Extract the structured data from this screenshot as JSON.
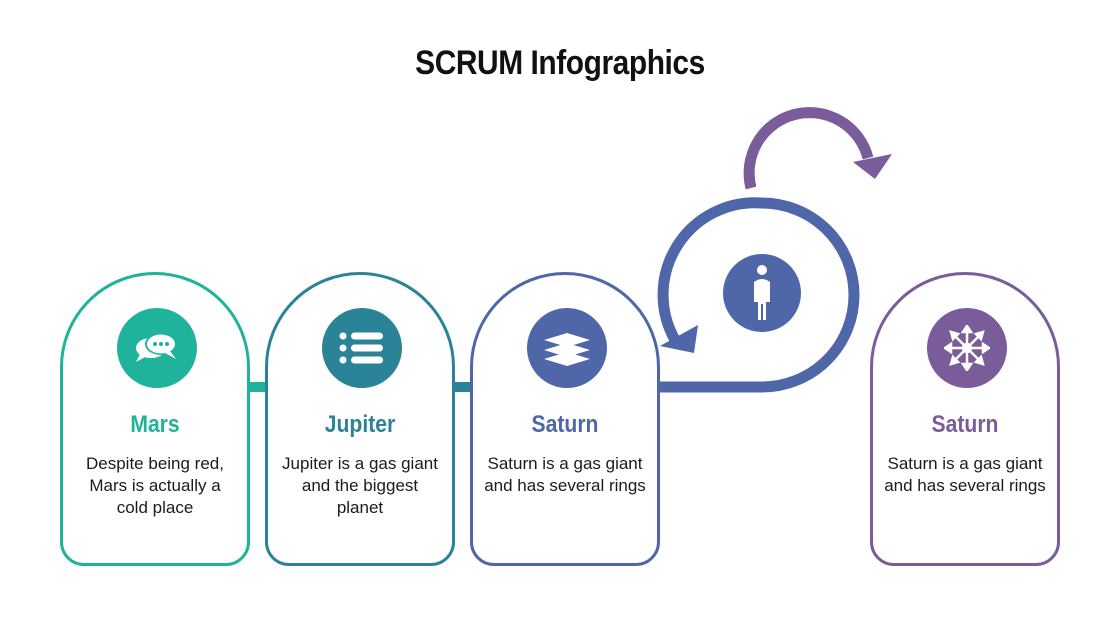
{
  "title": "SCRUM Infographics",
  "colors": {
    "mars": "#1eb39a",
    "jupiter": "#2b8397",
    "saturn": "#4f67a8",
    "saturn2": "#7a5c9a",
    "text": "#1b1b1b"
  },
  "cards": [
    {
      "title": "Mars",
      "description": "Despite being red, Mars is actually a cold place",
      "icon": "chat-bubbles-icon",
      "color": "#1eb39a"
    },
    {
      "title": "Jupiter",
      "description": "Jupiter is a gas giant and the biggest planet",
      "icon": "list-icon",
      "color": "#2b8397"
    },
    {
      "title": "Saturn",
      "description": "Saturn is a gas giant and has several rings",
      "icon": "layers-icon",
      "color": "#4f67a8"
    },
    {
      "title": "Saturn",
      "description": "Saturn is a gas giant and has several rings",
      "icon": "arrows-expand-icon",
      "color": "#7a5c9a"
    }
  ],
  "cycle": {
    "icon": "person-icon",
    "color": "#4f67a8",
    "arrow_color": "#7a5c9a"
  }
}
